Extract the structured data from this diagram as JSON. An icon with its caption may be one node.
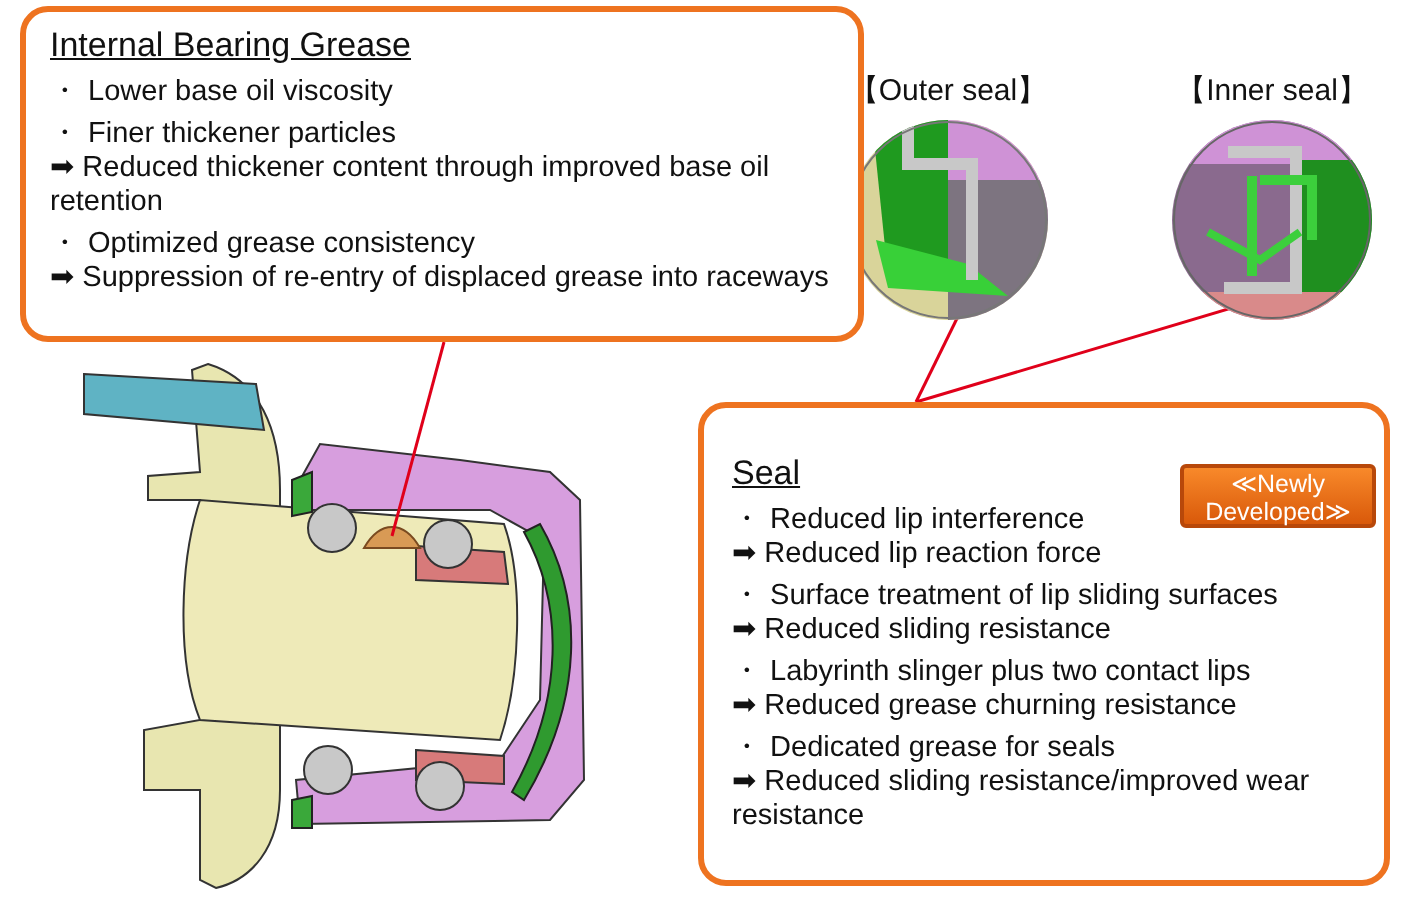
{
  "diagram": {
    "nodes": [
      {
        "text": [
          "Internal Bearing Grease",
          "・ Lower base oil viscosity",
          "・ Finer thickener particles",
          "➡ Reduced thickener content through improved base oil retention",
          "・ Optimized grease consistency",
          "➡ Suppression of re-entry of displaced grease into raceways"
        ]
      },
      {
        "text": [],
        "shape": "picture"
      },
      {
        "text": [
          "【Outer seal】"
        ]
      },
      {
        "text": [
          "【Inner seal】"
        ]
      },
      {
        "text": [
          "Seal",
          "・ Reduced lip interference",
          "➡ Reduced lip reaction force",
          "・ Surface treatment of lip sliding surfaces",
          "➡ Reduced sliding resistance",
          "・ Labyrinth slinger plus two contact lips",
          "➡ Reduced grease churning resistance",
          "・ Dedicated grease for seals",
          "➡ Reduced sliding resistance/improved wear resistance"
        ]
      },
      {
        "text": [
          "≪Newly Developed≫"
        ],
        "in": 4
      }
    ],
    "edges": [
      {
        "from": 0,
        "to": 1,
        "arrow": "none"
      },
      {
        "from": 4,
        "to": 2,
        "arrow": "other"
      },
      {
        "from": 4,
        "to": 3,
        "arrow": "other"
      }
    ]
  }
}
